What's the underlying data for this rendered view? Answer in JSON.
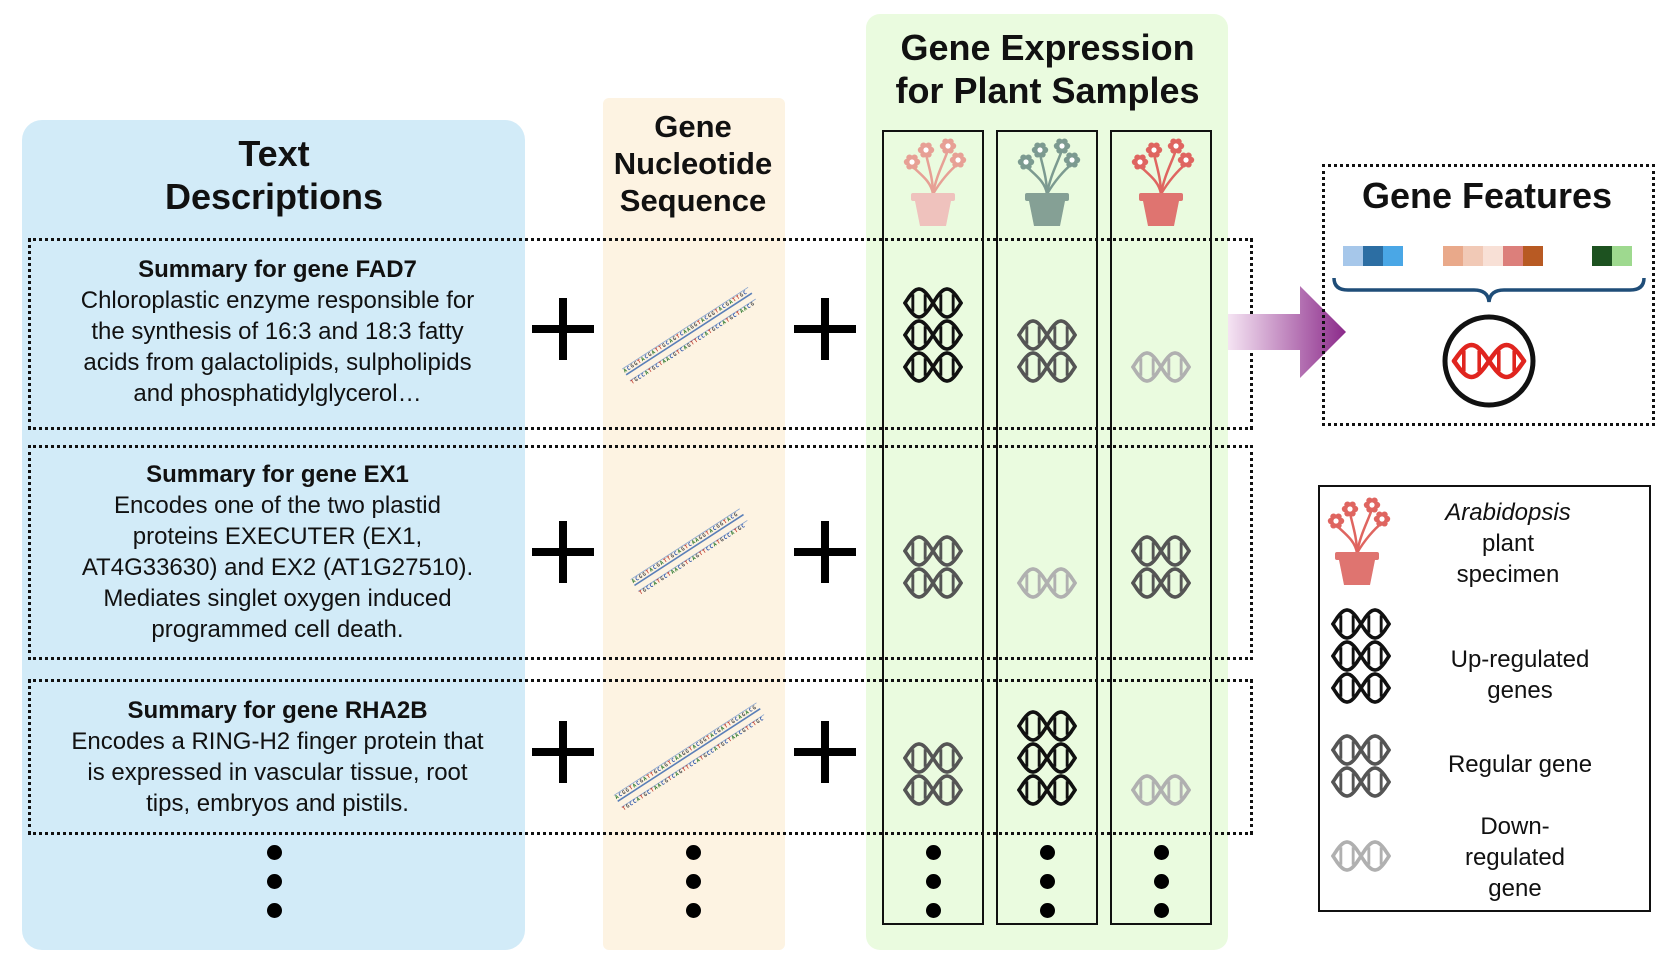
{
  "panels": {
    "text_descriptions": "Text\nDescriptions",
    "gene_sequence": "Gene\nNucleotide\nSequence",
    "gene_expression": "Gene Expression\nfor Plant Samples",
    "gene_features": "Gene Features"
  },
  "genes": [
    {
      "title": "Summary for gene FAD7",
      "body": "Chloroplastic enzyme responsible for\nthe synthesis of 16:3 and 18:3 fatty\nacids from galactolipids, sulpholipids\nand phosphatidylglycerol…",
      "expression": [
        "up",
        "regular",
        "down"
      ]
    },
    {
      "title": "Summary for gene EX1",
      "body": "Encodes one of the two plastid\nproteins EXECUTER (EX1,\nAT4G33630) and EX2 (AT1G27510).\nMediates singlet oxygen induced\nprogrammed cell death.",
      "expression": [
        "regular",
        "down",
        "regular"
      ]
    },
    {
      "title": "Summary for gene RHA2B",
      "body": "Encodes a RING-H2 finger protein that\nis expressed in vascular tissue, root\ntips, embryos and pistils.",
      "expression": [
        "regular",
        "up",
        "down"
      ]
    }
  ],
  "sequence_strand": "ACGGTACGATTGCAGTCAAGGTACGGTACGATTGCAG",
  "samples": [
    {
      "icon": "plant-pot-icon",
      "flower_color": "#e7a095",
      "pot_color": "#efc2bd"
    },
    {
      "icon": "plant-pot-icon",
      "flower_color": "#7c9a90",
      "pot_color": "#85a095"
    },
    {
      "icon": "plant-pot-icon",
      "flower_color": "#df6560",
      "pot_color": "#df7470"
    }
  ],
  "expression_levels": {
    "up": {
      "count": 3,
      "color": "#111111"
    },
    "regular": {
      "count": 2,
      "color": "#555555"
    },
    "down": {
      "count": 1,
      "color": "#b0b0b0"
    }
  },
  "feature_colors": [
    [
      "#a6c7ea",
      "#2c6ea3",
      "#4aa7e6"
    ],
    [
      "#e9a98a",
      "#f1c9b6",
      "#f8e0d6",
      "#dc7f7b",
      "#b85a23"
    ],
    [
      "#1d5220",
      "#9ed98f"
    ]
  ],
  "legend": {
    "plant_species": "Arabidopsis",
    "plant_rest": "plant\nspecimen",
    "up": "Up-regulated\ngenes",
    "regular": "Regular gene",
    "down": "Down-\nregulated\ngene"
  },
  "colors": {
    "text_panel": "#d2ebf8",
    "seq_panel": "#fdf3e2",
    "expr_panel": "#eafbdf",
    "arrow_start": "#f5e4f3",
    "arrow_end": "#8b2a8a",
    "dna_red": "#e0251f"
  }
}
